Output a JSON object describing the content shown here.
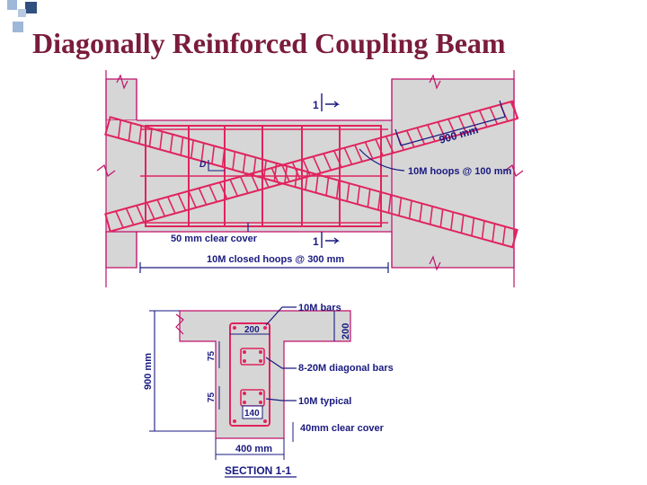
{
  "slide": {
    "title": "Diagonally Reinforced Coupling Beam"
  },
  "colors": {
    "title": "#7a1c3c",
    "concrete": "#d6d6d6",
    "rebar": "#e0245e",
    "dimension": "#c0106a",
    "label": "#1a1a80",
    "deco_blue": "#9db8d9",
    "deco_dark": "#2f4f7f"
  },
  "elevation": {
    "section_mark_top": "1",
    "section_mark_bottom": "1",
    "diagonal_length": "900 mm",
    "dim_d": "D",
    "hoops_label": "10M hoops @ 100 mm",
    "clear_cover_label": "50 mm clear cover",
    "closed_hoops_label": "10M closed hoops @ 300 mm"
  },
  "section": {
    "bars_label": "10M bars",
    "slab_depth": "200",
    "top_width": "200",
    "height": "900 mm",
    "spacing_top": "75",
    "spacing_bottom": "75",
    "diagonal_bars_label": "8-20M diagonal bars",
    "typical_label": "10M typical",
    "core_width": "140",
    "clear_cover_label": "40mm clear cover",
    "width": "400 mm",
    "caption": "SECTION 1-1"
  }
}
